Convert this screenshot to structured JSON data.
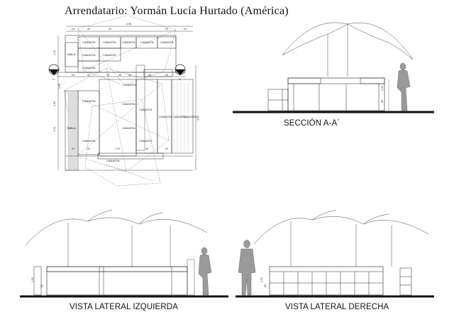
{
  "title": "Arrendatario: Yormán Lucía Hurtado (América)",
  "captions": {
    "section": "SECCIÓN A-A´",
    "left_side": "VISTA LATERAL IZQUIERDA",
    "right_side": "VISTA LATERAL DERECHA"
  },
  "plan": {
    "top_dim": "3.95",
    "stall_labels_top": [
      "CANASTA",
      "CANASTA",
      "CANASTA",
      "CANASTA",
      "CANASTA"
    ],
    "table_label": "TABLA",
    "stall_label": "CANASTA",
    "dims_top": [
      ".24",
      ".40",
      ".40",
      ".40",
      ".24"
    ],
    "dims_mid": [
      ".24",
      ".40",
      ".57",
      ".30",
      ".54",
      ".40",
      ".40"
    ],
    "dims_bottom": [
      ".24",
      ".40",
      "1.20",
      ".40",
      ".40"
    ],
    "dims_side": [
      "1.20",
      "1.50",
      "1.20",
      "3.50",
      "3.95"
    ],
    "section_marks": [
      "A",
      "A"
    ]
  },
  "section_dims": [
    "1.20",
    ".80"
  ],
  "side_dims": [
    "1.20",
    ".80"
  ]
}
